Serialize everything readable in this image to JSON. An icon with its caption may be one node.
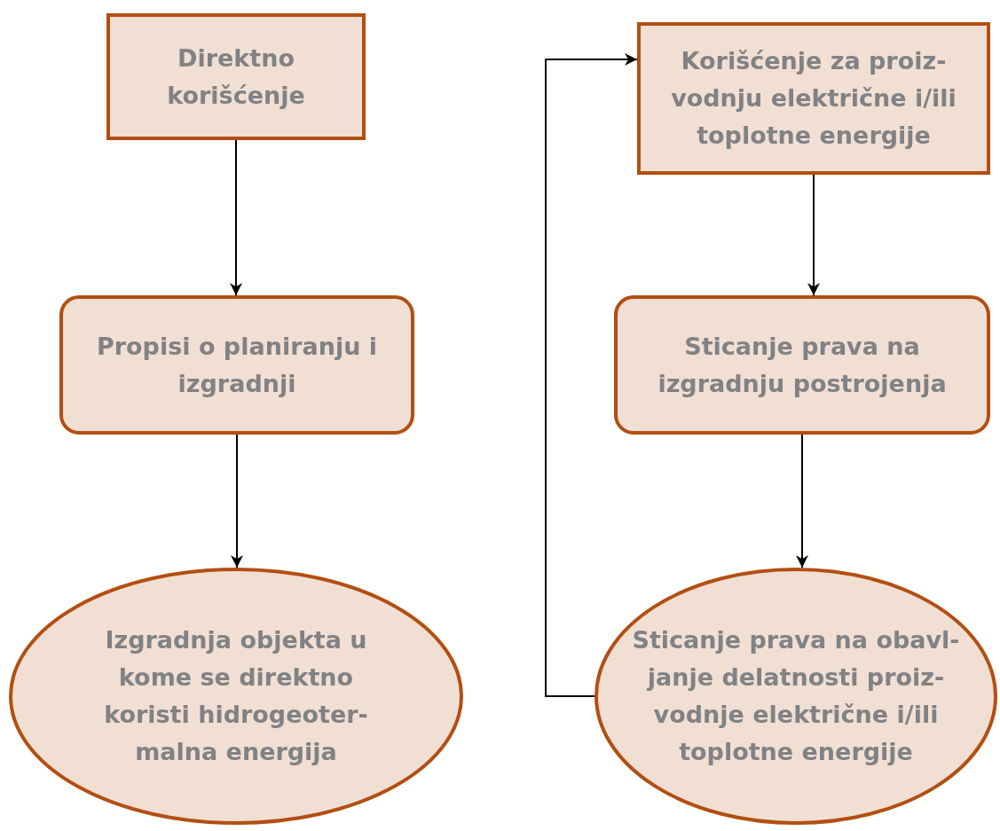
{
  "diagram": {
    "nodes": [
      {
        "text": [
          "Direktno korišćenje"
        ]
      },
      {
        "text": [
          "Propisi o planiranju i izgradnji"
        ]
      },
      {
        "text": [
          "Izgradnja objekta u kome se direktno koristi hidrogeoter- malna energija"
        ]
      },
      {
        "text": [
          "Korišćenje za proiz- vodnju električne i/ili toplotne energije"
        ]
      },
      {
        "text": [
          "Sticanje prava na izgradnju postrojenja"
        ]
      },
      {
        "text": [
          "Sticanje prava na obavl- janje delatnosti proiz- vodnje električne i/ili toplotne energije"
        ]
      }
    ],
    "edges": [
      {
        "from": 0,
        "to": 1,
        "arrow": "to"
      },
      {
        "from": 1,
        "to": 2,
        "arrow": "to"
      },
      {
        "from": 3,
        "to": 4,
        "arrow": "to"
      },
      {
        "from": 4,
        "to": 5,
        "arrow": "to"
      },
      {
        "from": 5,
        "to": 3,
        "arrow": "to"
      }
    ]
  }
}
